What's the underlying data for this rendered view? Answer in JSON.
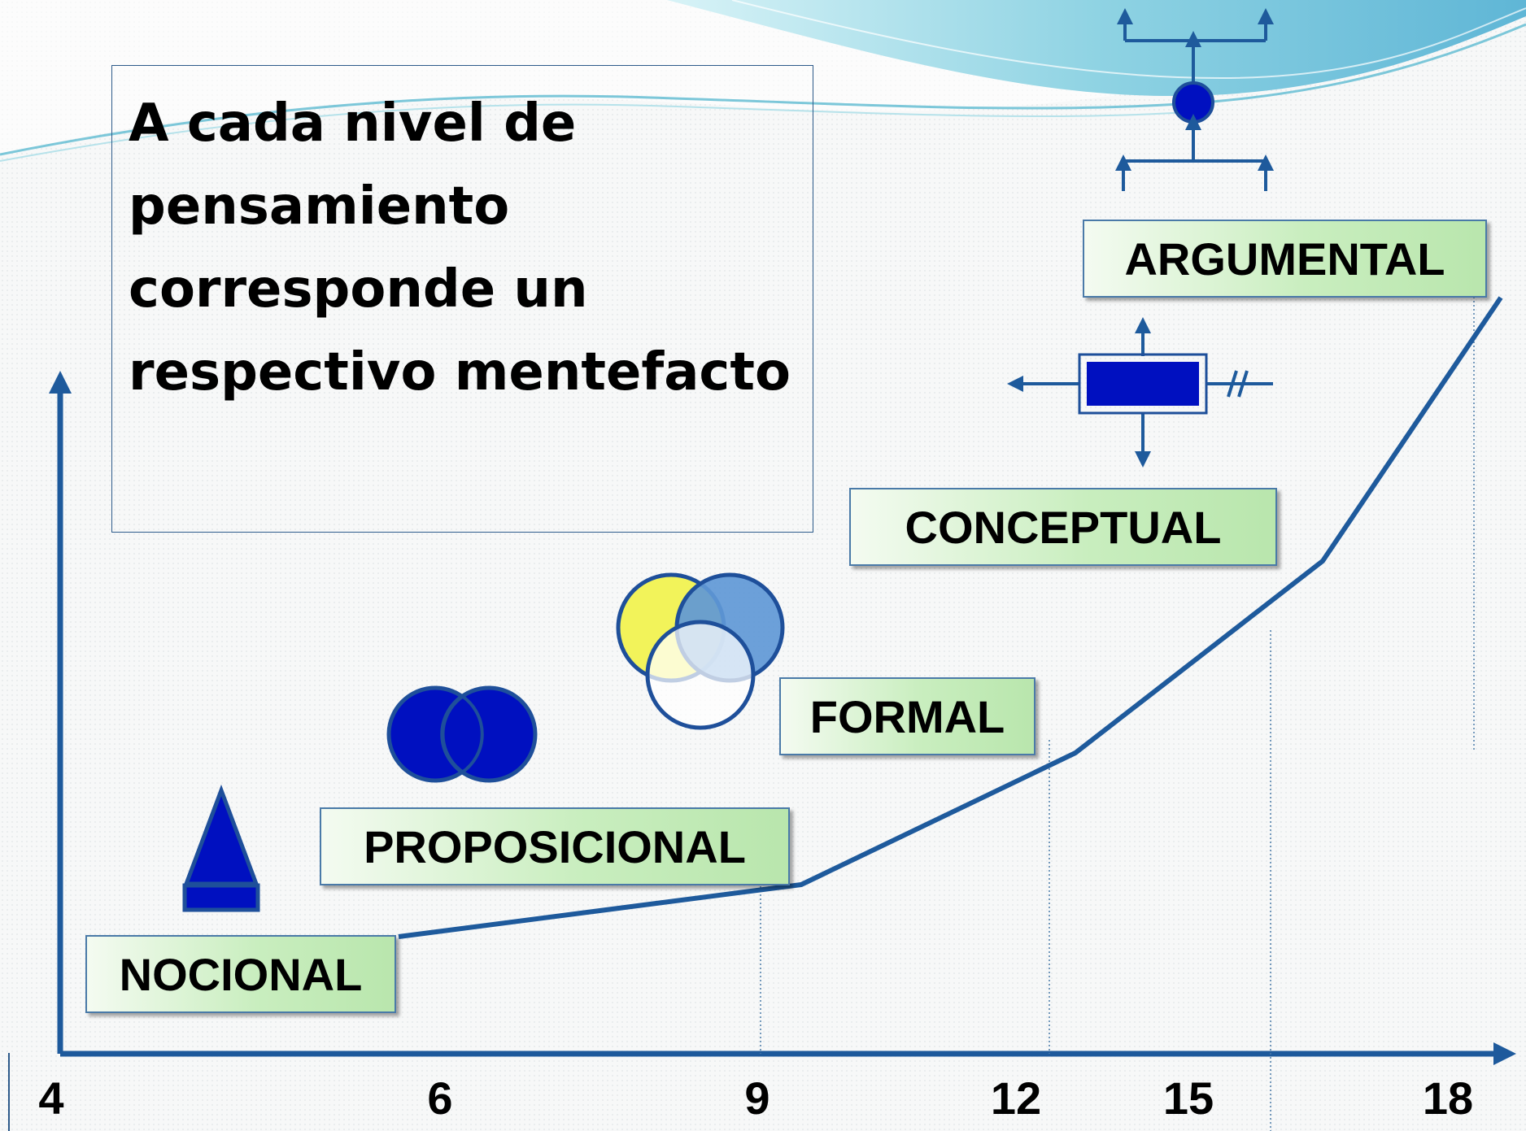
{
  "title": "A cada nivel de\npensamiento\ncorresponde un\nrespectivo mentefacto",
  "levels": {
    "nocional": "NOCIONAL",
    "proposicional": "PROPOSICIONAL",
    "formal": "FORMAL",
    "conceptual": "CONCEPTUAL",
    "argumental": "ARGUMENTAL"
  },
  "x_ticks": [
    "4",
    "6",
    "9",
    "12",
    "15",
    "18"
  ],
  "colors": {
    "axis_line": "#1e5a9c",
    "shape_fill": "#0010c0",
    "shape_stroke": "#1e4f9a",
    "label_fill_start": "#f4fbf1",
    "label_fill_end": "#b9e6ad",
    "circle_yellow": "#f2f35a",
    "circle_blue": "#5f98d6",
    "wave_top": "#6fc8dc"
  },
  "icons": {
    "nocional": "triangle-on-rectangle-icon",
    "proposicional": "two-overlapping-circles-icon",
    "formal": "three-circle-venn-icon",
    "conceptual": "conceptual-mentefacto-icon",
    "argumental": "argumental-mentefacto-icon"
  }
}
